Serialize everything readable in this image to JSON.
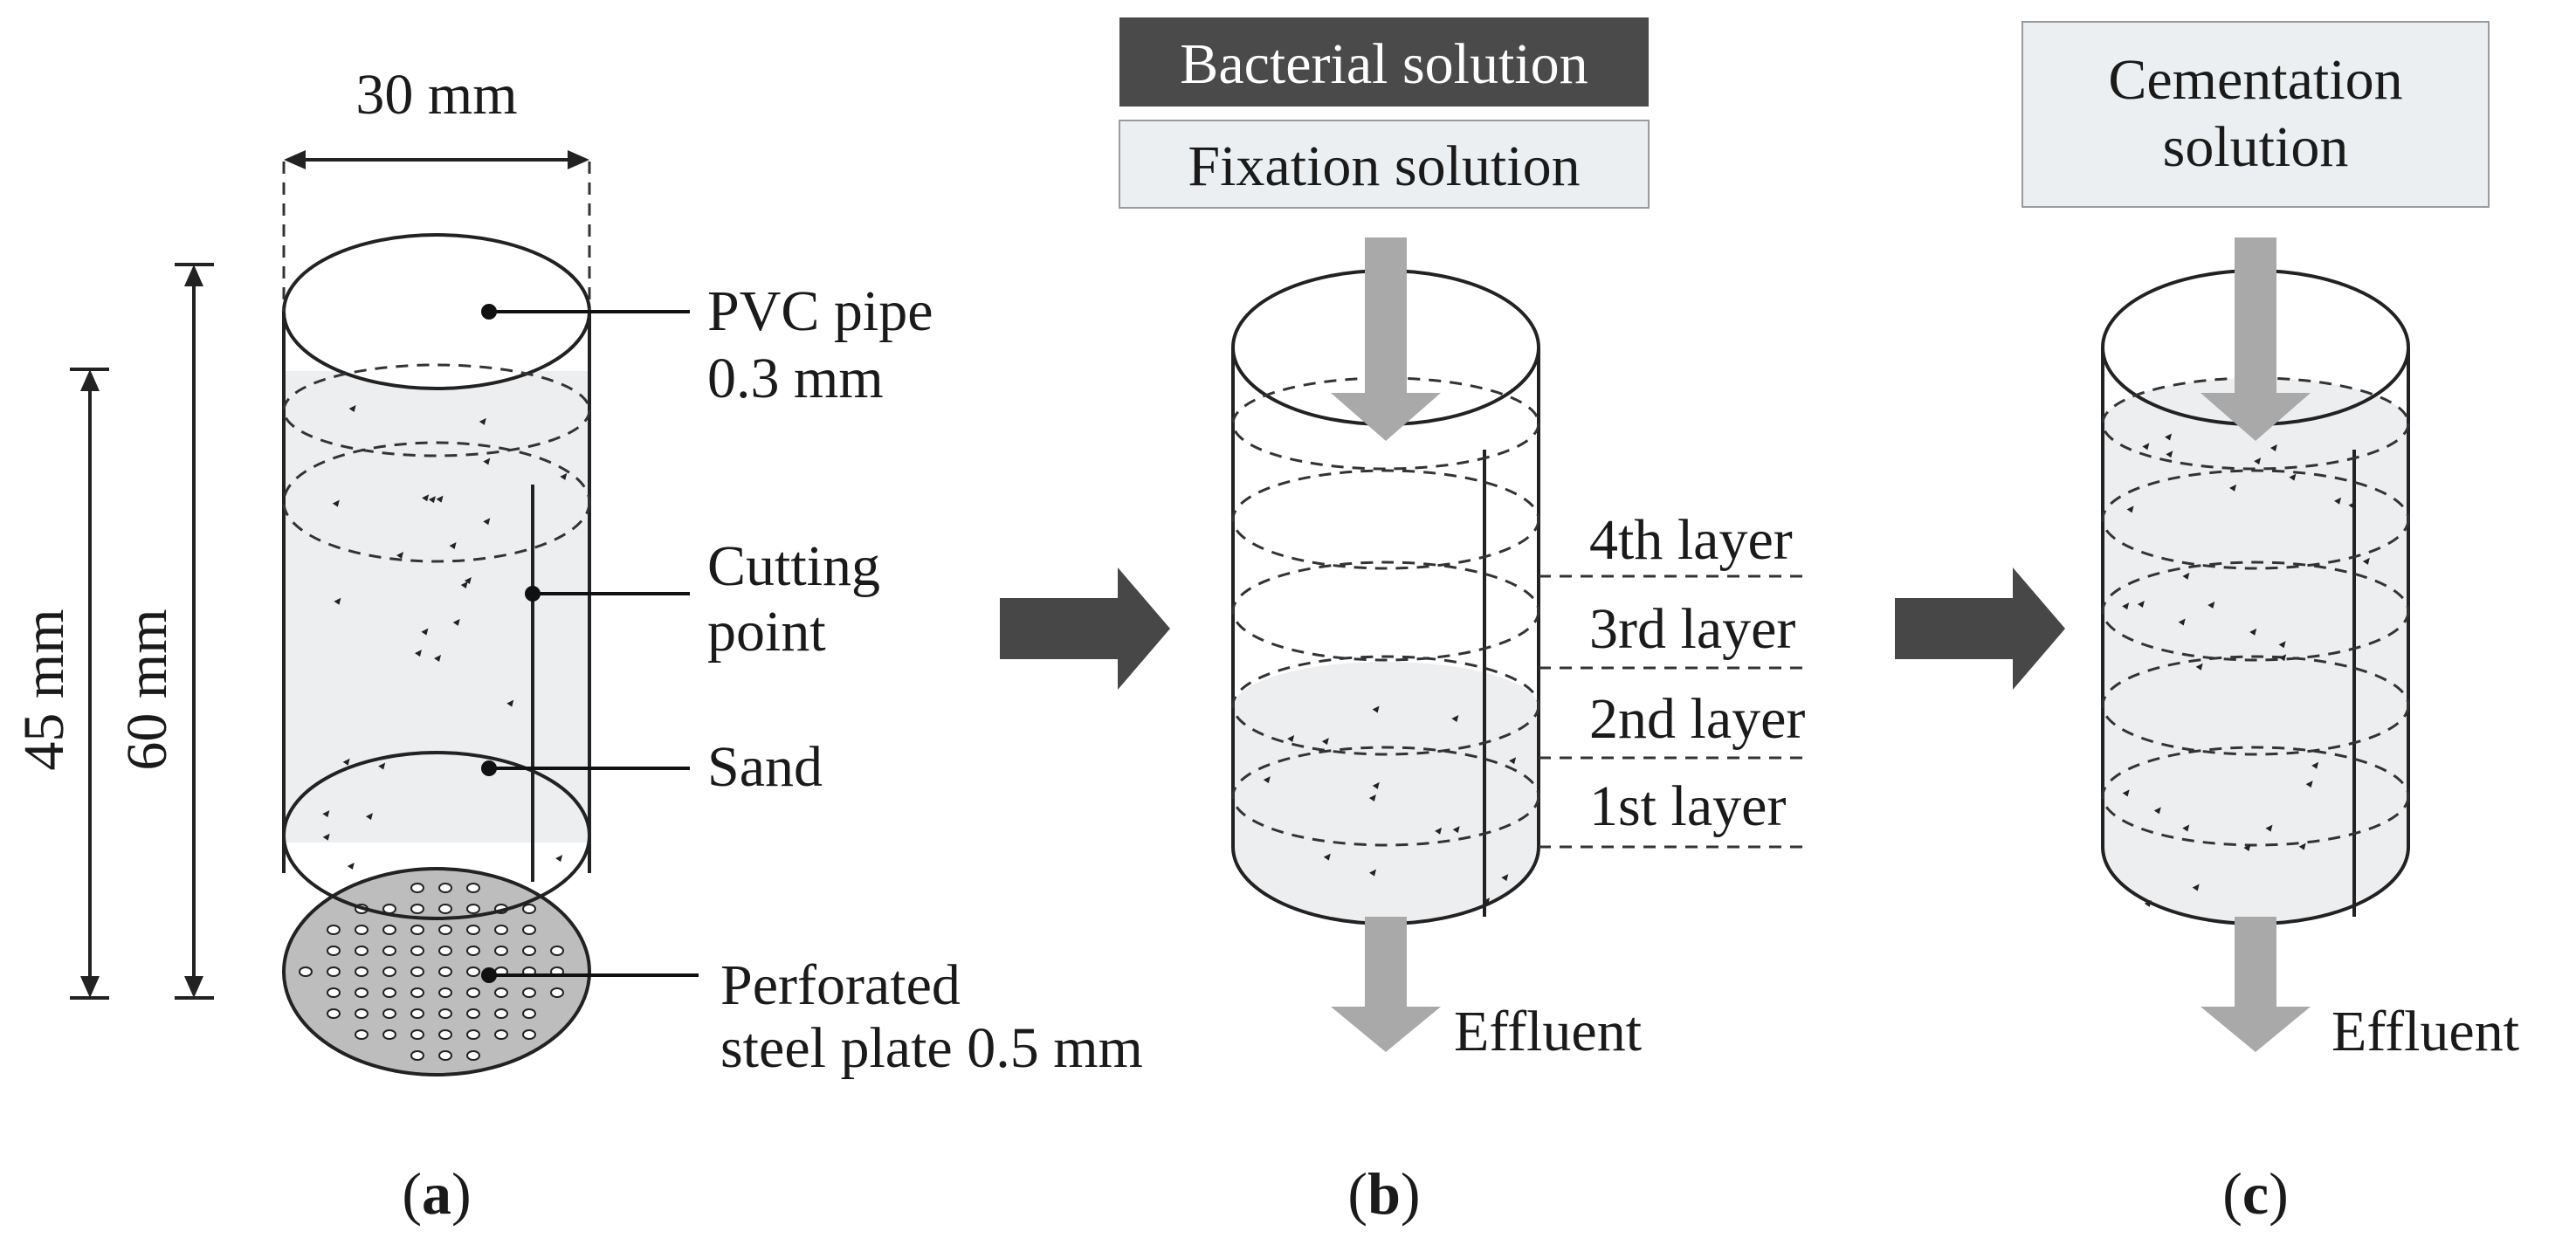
{
  "panel_a": {
    "width_dim": "30 mm",
    "height_dim_outer": "60 mm",
    "height_dim_inner": "45 mm",
    "callouts": {
      "pvc_pipe_line1": "PVC pipe",
      "pvc_pipe_line2": "0.3 mm",
      "cutting_point_line1": "Cutting",
      "cutting_point_line2": "point",
      "sand": "Sand",
      "plate_line1": "Perforated",
      "plate_line2": "steel plate 0.5 mm"
    },
    "panel_label": {
      "open": "(",
      "letter": "a",
      "close": ")"
    }
  },
  "panel_b": {
    "input_boxes": {
      "bacterial": "Bacterial solution",
      "fixation": "Fixation solution"
    },
    "layers": [
      "4th layer",
      "3rd layer",
      "2nd layer",
      "1st  layer"
    ],
    "effluent": "Effluent",
    "panel_label": {
      "open": "(",
      "letter": "b",
      "close": ")"
    }
  },
  "panel_c": {
    "input_box_line1": "Cementation",
    "input_box_line2": "solution",
    "effluent": "Effluent",
    "panel_label": {
      "open": "(",
      "letter": "c",
      "close": ")"
    }
  },
  "colors": {
    "dark_box": "#4a4a4a",
    "light_box": "#eceff1",
    "sand_fill": "#eceef0",
    "plate_fill": "#bdbdbd",
    "flow_arrow": "#a9a9a9",
    "process_arrow": "#474747"
  }
}
